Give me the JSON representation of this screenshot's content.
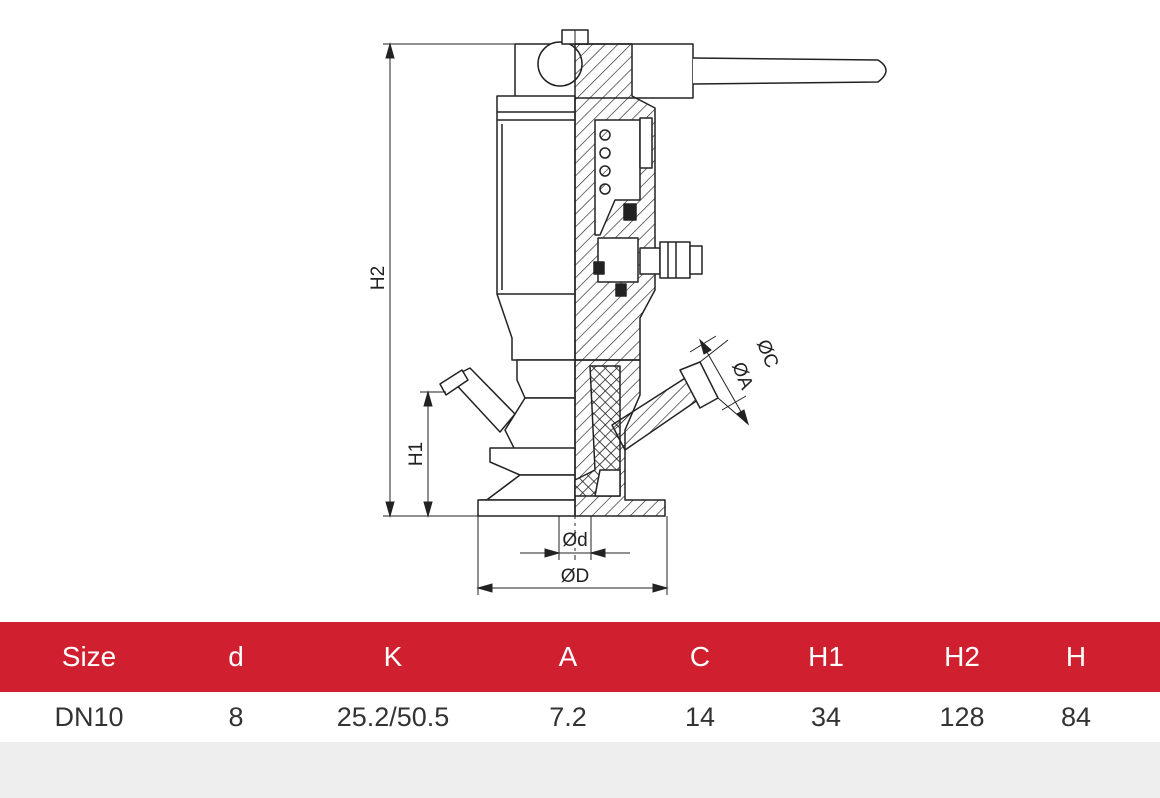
{
  "diagram": {
    "dimension_labels": {
      "h2": "H2",
      "h1": "H1",
      "small_bore": "Ød",
      "flange_diameter": "ØD",
      "outlet_inner": "ØA",
      "outlet_outer": "ØC"
    }
  },
  "table": {
    "headers": [
      "Size",
      "d",
      "K",
      "A",
      "C",
      "H1",
      "H2",
      "H"
    ],
    "rows": [
      [
        "DN10",
        "8",
        "25.2/50.5",
        "7.2",
        "14",
        "34",
        "128",
        "84"
      ]
    ]
  },
  "colors": {
    "header_background": "#d0202f",
    "header_text": "#ffffff",
    "line_drawing": "#222222",
    "empty_row": "#eeeeef"
  }
}
